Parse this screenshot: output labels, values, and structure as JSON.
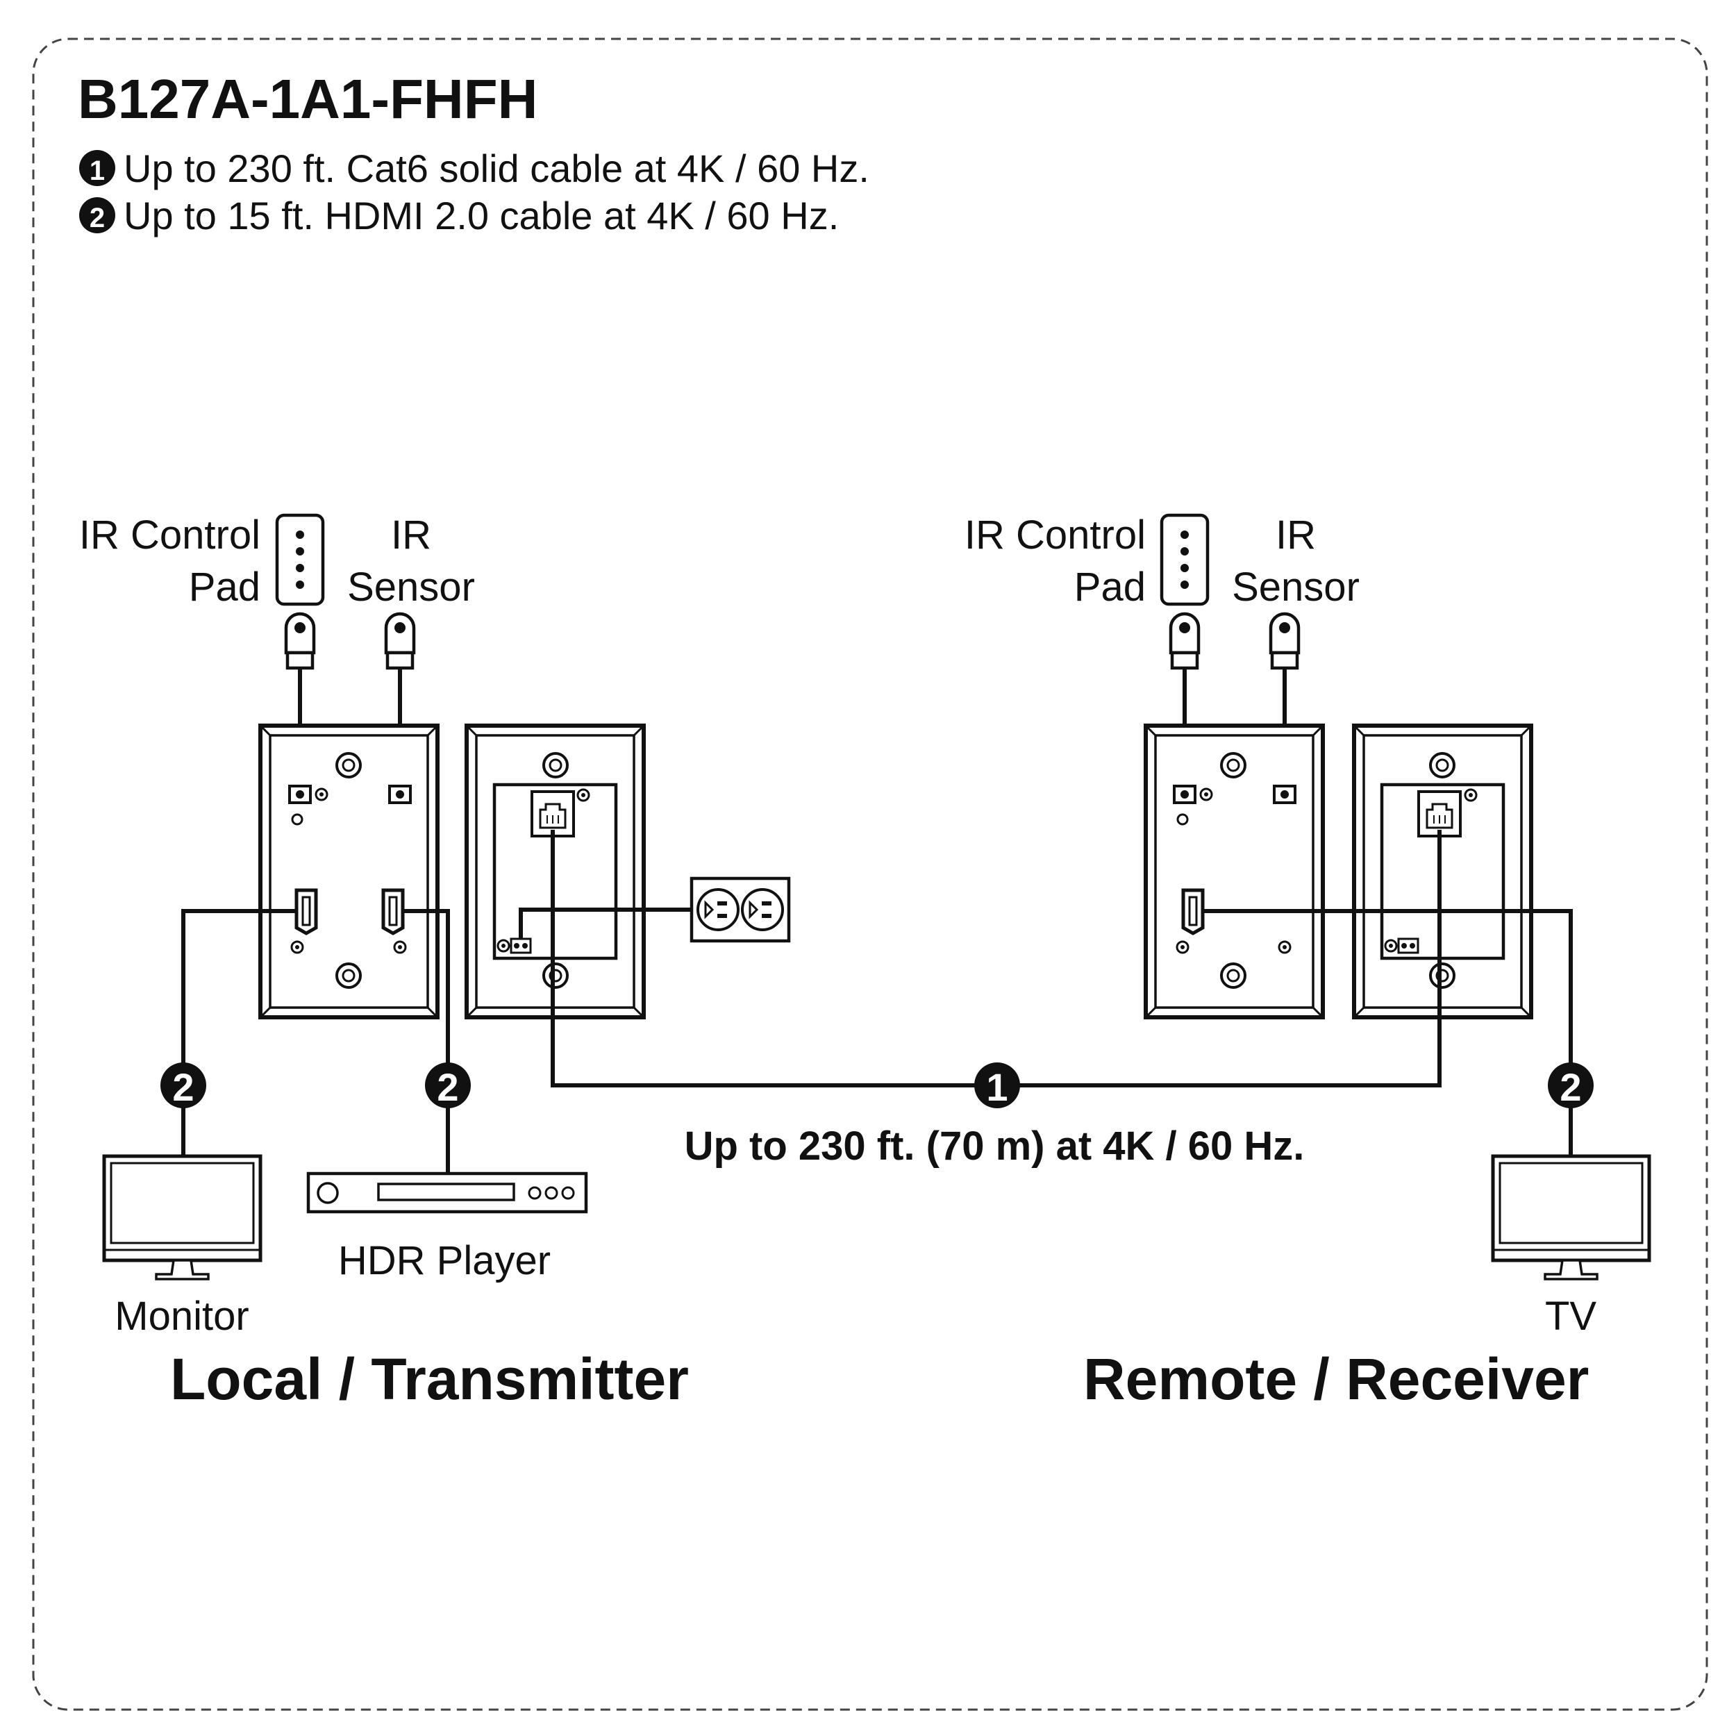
{
  "title": "B127A-1A1-FHFH",
  "notes": [
    {
      "num": "1",
      "text": "Up to 230 ft. Cat6 solid cable at 4K / 60 Hz."
    },
    {
      "num": "2",
      "text": "Up to 15 ft. HDMI 2.0 cable at 4K / 60 Hz."
    }
  ],
  "local": {
    "ir_pad_label": [
      "IR Control",
      "Pad"
    ],
    "ir_sensor_label": [
      "IR",
      "Sensor"
    ],
    "monitor_label": "Monitor",
    "player_label": "HDR Player",
    "side_label": "Local / Transmitter"
  },
  "remote": {
    "ir_pad_label": [
      "IR Control",
      "Pad"
    ],
    "ir_sensor_label": [
      "IR",
      "Sensor"
    ],
    "tv_label": "TV",
    "side_label": "Remote / Receiver"
  },
  "badges": {
    "cat6": "1",
    "hdmi": "2"
  },
  "cable_label": "Up to 230 ft. (70 m) at 4K / 60 Hz.",
  "icons": [
    "ir-control-pad-icon",
    "ir-sensor-icon",
    "wall-plate-icon",
    "power-outlet-icon",
    "monitor-icon",
    "hdr-player-icon",
    "tv-icon"
  ]
}
